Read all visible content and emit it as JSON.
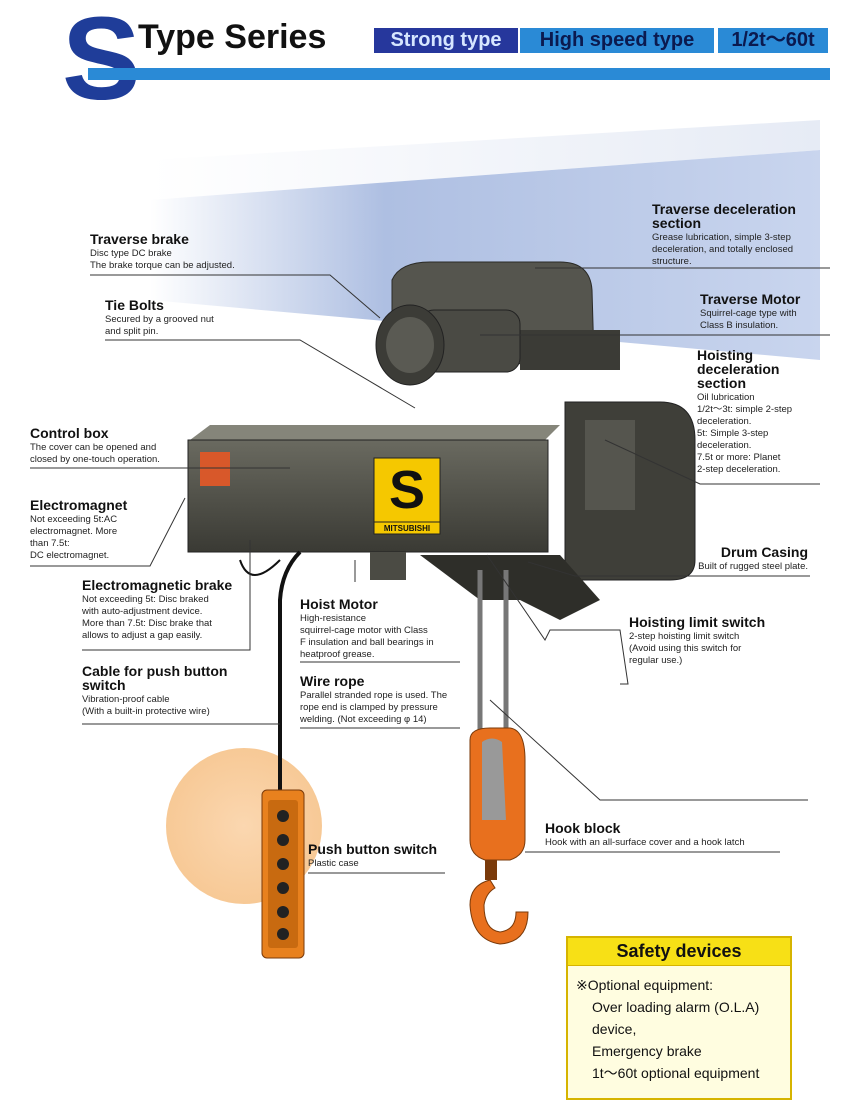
{
  "header": {
    "logo_letter": "S",
    "title": "Type Series",
    "tags": [
      "Strong type",
      "High speed type",
      "1/2t〜60t"
    ]
  },
  "hoist_logo": {
    "letter": "S",
    "brand": "MITSUBISHI"
  },
  "labels": {
    "traverse_brake": {
      "title": "Traverse brake",
      "lines": [
        "Disc type DC brake",
        "The brake torque can be adjusted."
      ]
    },
    "tie_bolts": {
      "title": "Tie Bolts",
      "lines": [
        "Secured by a grooved nut",
        "and split pin."
      ]
    },
    "control_box": {
      "title": "Control box",
      "lines": [
        "The cover can be opened and",
        "closed by one-touch operation."
      ]
    },
    "electromagnet": {
      "title": "Electromagnet",
      "lines": [
        "Not exceeding 5t:AC",
        "electromagnet. More",
        "than 7.5t:",
        "DC electromagnet."
      ]
    },
    "electromagnetic_brake": {
      "title": "Electromagnetic brake",
      "lines": [
        "Not exceeding 5t: Disc braked",
        "with auto-adjustment device.",
        "More than 7.5t: Disc brake that",
        "allows to adjust a gap easily."
      ]
    },
    "cable": {
      "title_1": "Cable for push button",
      "title_2": "switch",
      "lines": [
        "Vibration-proof cable",
        "(With a built-in protective wire)"
      ]
    },
    "push_button": {
      "title": "Push button switch",
      "lines": [
        "Plastic case"
      ]
    },
    "traverse_decel": {
      "title_1": "Traverse deceleration",
      "title_2": "section",
      "lines": [
        "Grease lubrication, simple 3-step",
        "deceleration, and totally enclosed",
        "structure."
      ]
    },
    "traverse_motor": {
      "title": "Traverse Motor",
      "lines": [
        "Squirrel-cage type with",
        "Class B insulation."
      ]
    },
    "hoisting_decel": {
      "title_1": "Hoisting",
      "title_2": "deceleration",
      "title_3": "section",
      "lines": [
        "Oil lubrication",
        "1/2t〜3t: simple 2-step",
        "deceleration.",
        "5t: Simple 3-step",
        "deceleration.",
        "7.5t or more: Planet",
        "2-step deceleration."
      ]
    },
    "drum_casing": {
      "title": "Drum Casing",
      "lines": [
        "Built of rugged steel plate."
      ]
    },
    "hoist_motor": {
      "title": "Hoist Motor",
      "lines": [
        "High-resistance",
        "squirrel-cage motor with Class",
        "F insulation and ball bearings in",
        "heatproof grease."
      ]
    },
    "hoisting_limit": {
      "title": "Hoisting limit switch",
      "lines": [
        "2-step hoisting limit switch",
        "(Avoid using this switch for",
        "regular use.)"
      ]
    },
    "wire_rope": {
      "title": "Wire rope",
      "lines": [
        "Parallel stranded rope is used. The",
        "rope end is clamped by pressure",
        "welding. (Not exceeding φ 14)"
      ]
    },
    "hook_block": {
      "title": "Hook block",
      "lines": [
        "Hook with an all-surface cover and a hook latch"
      ]
    }
  },
  "safety": {
    "title": "Safety devices",
    "lines": [
      "※Optional equipment:",
      "Over loading alarm (O.L.A)",
      "device,",
      "Emergency brake",
      "1t〜60t optional equipment"
    ]
  },
  "colors": {
    "brand_blue": "#26379c",
    "light_blue": "#2a8ad6",
    "hook_orange": "#e8701e",
    "logo_yellow": "#f5c800"
  }
}
